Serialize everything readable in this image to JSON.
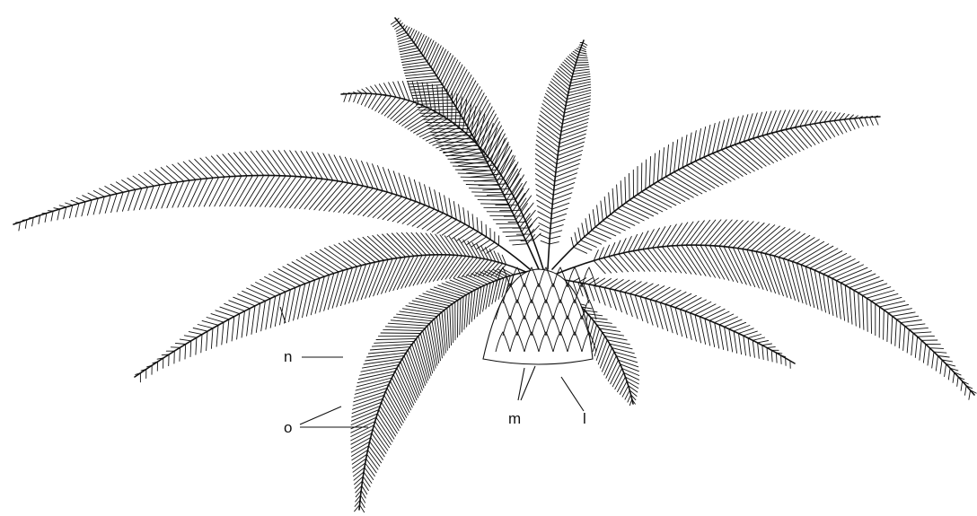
{
  "figure": {
    "labels": {
      "n": "n",
      "o": "o",
      "m": "m",
      "l": "l"
    }
  }
}
